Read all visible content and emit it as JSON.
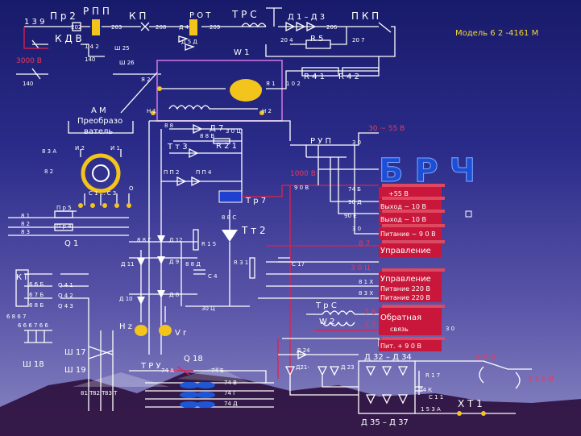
{
  "title": "Модель 6 2 -4161 М",
  "brc_label": "Б Р Ч",
  "blocks": [
    {
      "label": "+55 В"
    },
    {
      "label": "Выход ~ 10 В"
    },
    {
      "label": "Выход ~ 10 В"
    },
    {
      "label": "Питание ~ 9 0 В"
    },
    {
      "label": "Управление"
    },
    {
      "label": "Управление"
    },
    {
      "label": "Питание 220 В"
    },
    {
      "label": "Питание 220 В"
    },
    {
      "label": "Обратная"
    },
    {
      "label": "связь"
    },
    {
      "label": "Пит. + 9 0 В"
    }
  ],
  "labels": {
    "n139": "1 3 9",
    "pr2": "П р 2",
    "n202": "202",
    "rpp": "Р П П",
    "n203": "203",
    "kp": "К П",
    "n208": "208",
    "rot": "Р О Т",
    "n209": "209",
    "trs": "Т Р С",
    "d1d3": "Д 1 – Д 3",
    "n206": "206",
    "pkp": "П К П",
    "kdv": "К Д В",
    "n142": "1 4 2",
    "n140a": "140",
    "sh25": "Ш 25",
    "sh26": "Ш 26",
    "d4": "Д 4",
    "d5d": "Д 5 Д",
    "n204": "20 4",
    "r5": "R 5",
    "n207": "20 7",
    "w1": "W 1",
    "v3000": "3000 В",
    "n140b": "140",
    "ya2": "Я 2",
    "ya1": "Я 1",
    "n102": "1 0 2",
    "r41": "R 4 1",
    "r42": "R 4 2",
    "n1": "Н 1",
    "n2": "Н 2",
    "am": "А М",
    "preobr": "Преобразо",
    "vatel": "ватель",
    "d7": "Д 7",
    "tt3": "Т т 3",
    "r21": "R 2 1",
    "pp2": "П П 2",
    "pp4": "П П 4",
    "n83a": "8 3 А",
    "n82": "8 2",
    "i2": "И 2",
    "i1": "И 1",
    "o": "O",
    "c1c3": "С 1 ... С 3",
    "tr7": "Т р 7",
    "tt2": "Т т 2",
    "ru": "Р У П",
    "n30a": "3 0",
    "v30a": "30 ~ 55 В",
    "n74b": "74 Б",
    "n90d": "90 Д",
    "n90e": "90 Е",
    "n30b": "3 0",
    "n87": "8 7",
    "n30ts": "3 0 Ц",
    "n81kh": "8 1 Х",
    "n83kh": "8 3 Х",
    "pr5": "П р 5",
    "pr4": "П р 4",
    "q1": "Q 1",
    "n81": "8 1",
    "n82b": "8 2",
    "n83": "8 3",
    "kg": "К Г",
    "d12": "Д 12",
    "d9": "Д 9",
    "d11": "Д 11",
    "d10": "Д 10",
    "d8": "Д 8",
    "r15": "R 1 5",
    "r31": "R 3 1",
    "c4": "С 4",
    "c17": "С 17",
    "n30ts2": "30 Ц",
    "hz": "Н z",
    "vr": "V r",
    "trc": "Т р С",
    "w2": "W 2",
    "n78": "7 8",
    "n77": "7 7",
    "n30c": "3 0",
    "d24": "Д 24",
    "d21": "Д21-",
    "d23": "Д 23",
    "d32d34": "Д 32 – Д 34",
    "r17": "R 1 7",
    "c11": "С 1 1",
    "n153a": "1 5 3 А",
    "xt1": "Х Т 1",
    "d35d37": "Д 35 – Д 37",
    "v110": "1 1 0 В",
    "sh17": "Ш 17",
    "sh19": "Ш 19",
    "sh18": "Ш 18",
    "tru": "Т Р У",
    "q18": "Q 18",
    "n74a": "74 А",
    "n74bb": "74 Б",
    "n74v": "74 В",
    "n74g": "74 Г",
    "n74d": "74 Д",
    "n81t": "81 Т",
    "n82t": "82 Т",
    "n83t": "83 Т",
    "q41": "Q 4 1",
    "q42": "Q 4 2",
    "q43": "Q 4 3",
    "n66b": "6 6 Б",
    "n67b": "6 7 Б",
    "n68b": "6 8 Б",
    "n68t": "6 8  6 7",
    "n66row": "6 6  6 7  6 6",
    "n88": "8 8",
    "n88b": "8 8 В",
    "n88d": "8 8 Д",
    "n88g": "8 8 Г",
    "n30d": "3 0 Ц",
    "n90b": "9 0 В",
    "n88c": "8 8 С",
    "n74k": "74 К",
    "v1000": "1000 В",
    "pm": "± 9 0"
  }
}
